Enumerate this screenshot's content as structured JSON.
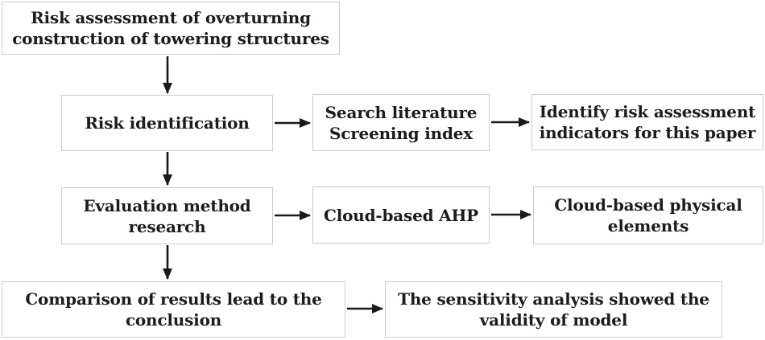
{
  "colors": {
    "background": "#ffffff",
    "box_fill": "#ffffff",
    "box_border": "#cccccc",
    "text": "#1f1b1c",
    "arrow": "#1a1a1a"
  },
  "flowchart": {
    "nodes": {
      "root": {
        "label": "Risk assessment of overturning\nconstruction of towering structures"
      },
      "risk_identification": {
        "label": "Risk identification"
      },
      "search_literature": {
        "label": "Search literature\nScreening index"
      },
      "identify_indicators": {
        "label": "Identify risk assessment\nindicators for this paper"
      },
      "evaluation_method": {
        "label": "Evaluation method\nresearch"
      },
      "cloud_ahp": {
        "label": "Cloud-based AHP"
      },
      "cloud_physical": {
        "label": "Cloud-based physical\nelements"
      },
      "comparison": {
        "label": "Comparison of results lead to the\nconclusion"
      },
      "sensitivity": {
        "label": "The sensitivity analysis showed the\nvalidity of  model"
      }
    },
    "edges": [
      {
        "from": "root",
        "to": "risk_identification"
      },
      {
        "from": "risk_identification",
        "to": "search_literature"
      },
      {
        "from": "search_literature",
        "to": "identify_indicators"
      },
      {
        "from": "risk_identification",
        "to": "evaluation_method"
      },
      {
        "from": "evaluation_method",
        "to": "cloud_ahp"
      },
      {
        "from": "cloud_ahp",
        "to": "cloud_physical"
      },
      {
        "from": "evaluation_method",
        "to": "comparison"
      },
      {
        "from": "comparison",
        "to": "sensitivity"
      }
    ]
  }
}
